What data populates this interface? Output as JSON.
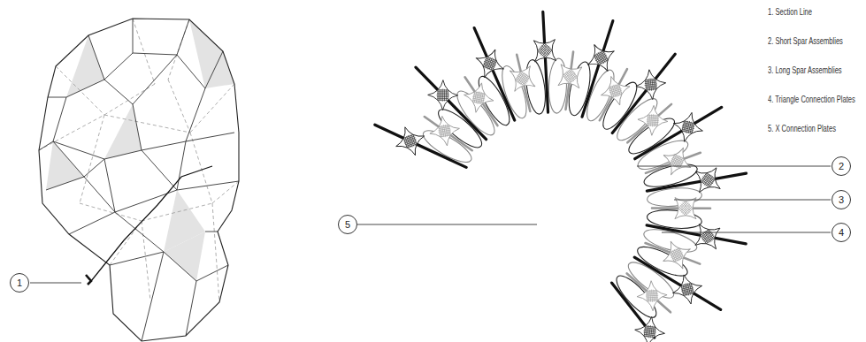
{
  "diagram": {
    "nodes": [
      {
        "text": [
          "2"
        ]
      },
      {
        "text": [
          "3"
        ]
      },
      {
        "text": [
          "5"
        ]
      },
      {
        "text": [
          "4"
        ]
      },
      {
        "text": [
          "1"
        ]
      }
    ],
    "labels": [
      "1. Section Line",
      "2. Short Spar Assemblies",
      "3. Long Spar Assemblies",
      "4. Triangle Connection Plates",
      "5. X Connection Plates"
    ]
  }
}
